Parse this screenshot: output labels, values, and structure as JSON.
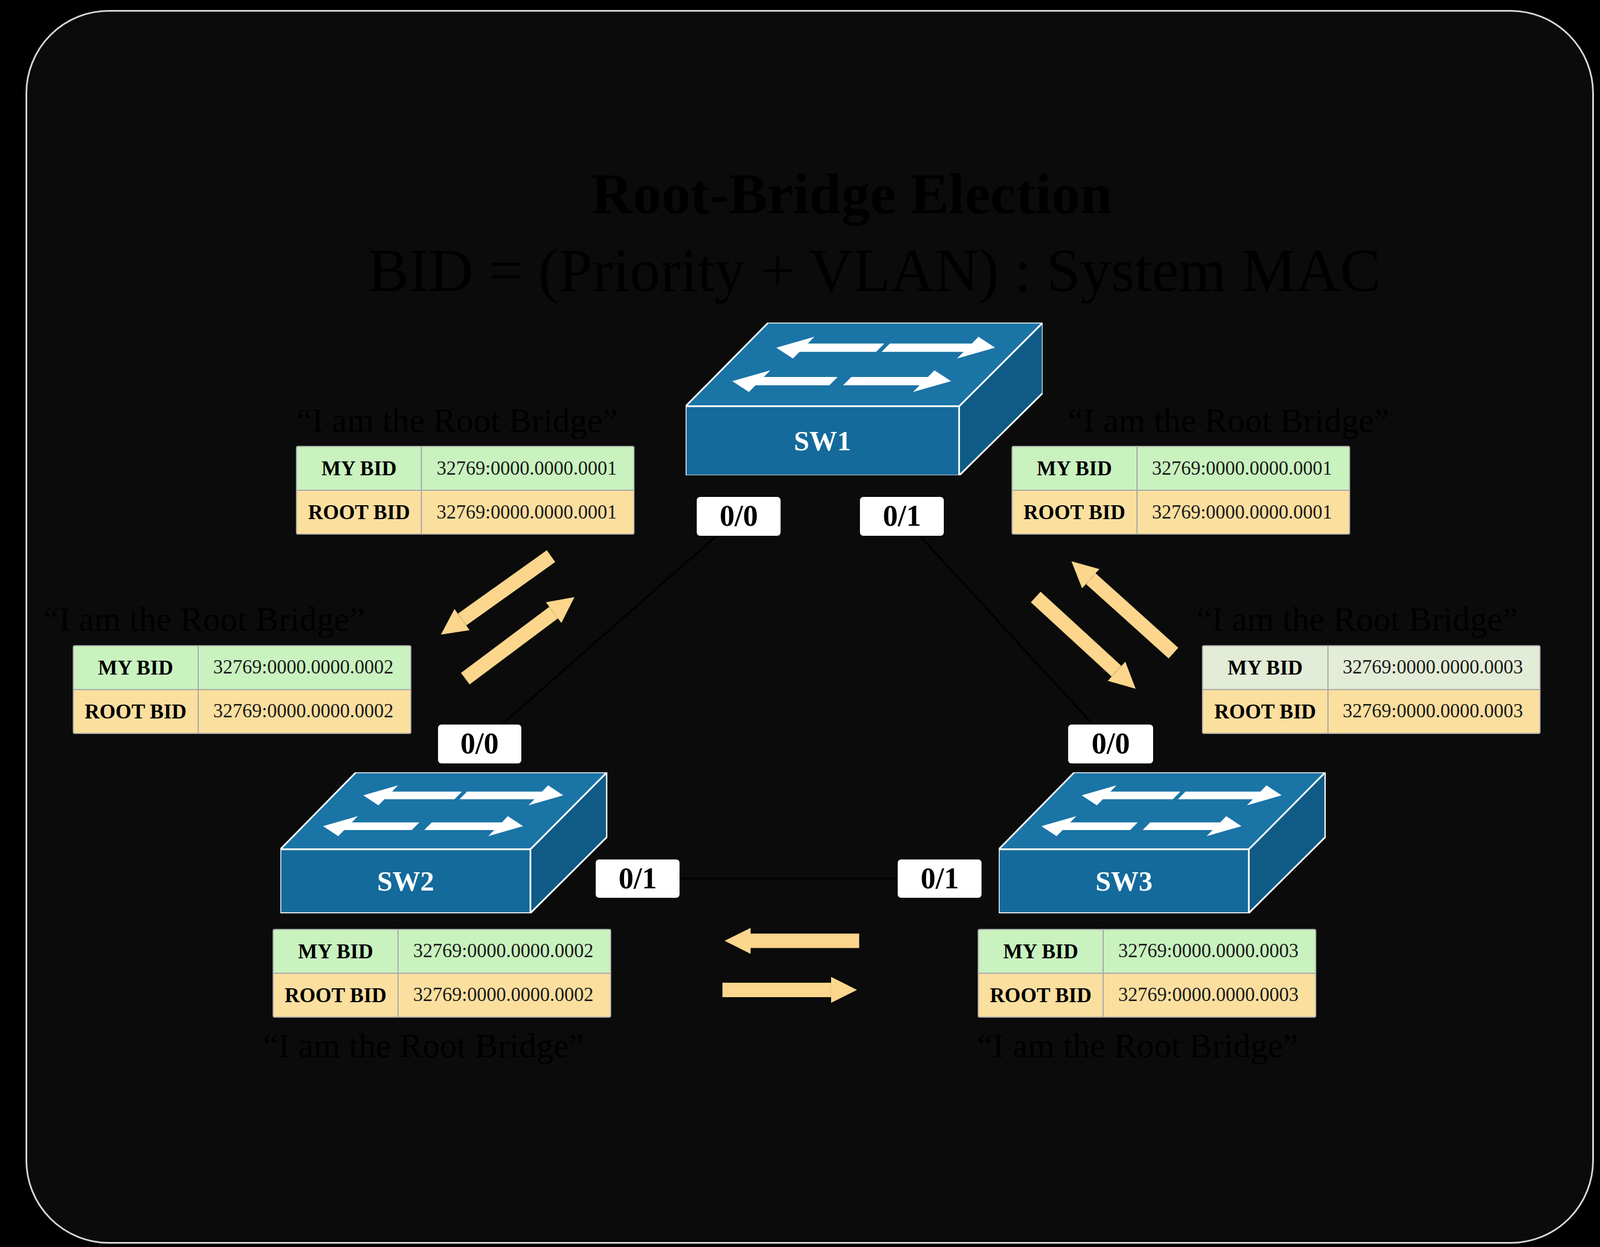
{
  "diagram": {
    "title": "Root-Bridge Election",
    "nodes": [
      {
        "text": [
          "SW1"
        ]
      },
      {
        "text": [
          "“I am the Root Bridge”",
          "MY BID",
          "32769:0000.0000.0001",
          "ROOT BID",
          "32769:0000.0000.0001"
        ]
      },
      {
        "text": [
          "“I am the Root Bridge”",
          "MY BID",
          "32769:0000.0000.0001",
          "ROOT BID",
          "32769:0000.0000.0001"
        ]
      },
      {
        "text": [
          "0/0"
        ]
      },
      {
        "text": [
          "0/1"
        ]
      },
      {
        "text": [
          "“I am the Root Bridge”",
          "MY BID",
          "32769:0000.0000.0002",
          "ROOT BID",
          "32769:0000.0000.0002"
        ]
      },
      {
        "text": [
          "“I am the Root Bridge”",
          "MY BID",
          "32769:0000.0000.0003",
          "ROOT BID",
          "32769:0000.0000.0003"
        ]
      },
      {
        "text": [
          "0/0"
        ]
      },
      {
        "text": [
          "0/0"
        ]
      },
      {
        "text": [
          "SW2"
        ]
      },
      {
        "text": [
          "SW3"
        ]
      },
      {
        "text": [
          "0/1"
        ]
      },
      {
        "text": [
          "0/1"
        ]
      },
      {
        "text": [
          "MY BID",
          "32769:0000.0000.0002",
          "ROOT BID",
          "32769:0000.0000.0002",
          "“I am the Root Bridge”"
        ]
      },
      {
        "text": [
          "MY BID",
          "32769:0000.0000.0003",
          "ROOT BID",
          "32769:0000.0000.0003",
          "“I am the Root Bridge”"
        ]
      }
    ],
    "edges": [
      {
        "from": 3,
        "to": 7,
        "arrow": "none"
      },
      {
        "from": 4,
        "to": 8,
        "arrow": "none"
      },
      {
        "from": 11,
        "to": 12,
        "arrow": "none"
      }
    ],
    "labels": [
      "BID = (Priority + VLAN) : System MAC"
    ]
  }
}
